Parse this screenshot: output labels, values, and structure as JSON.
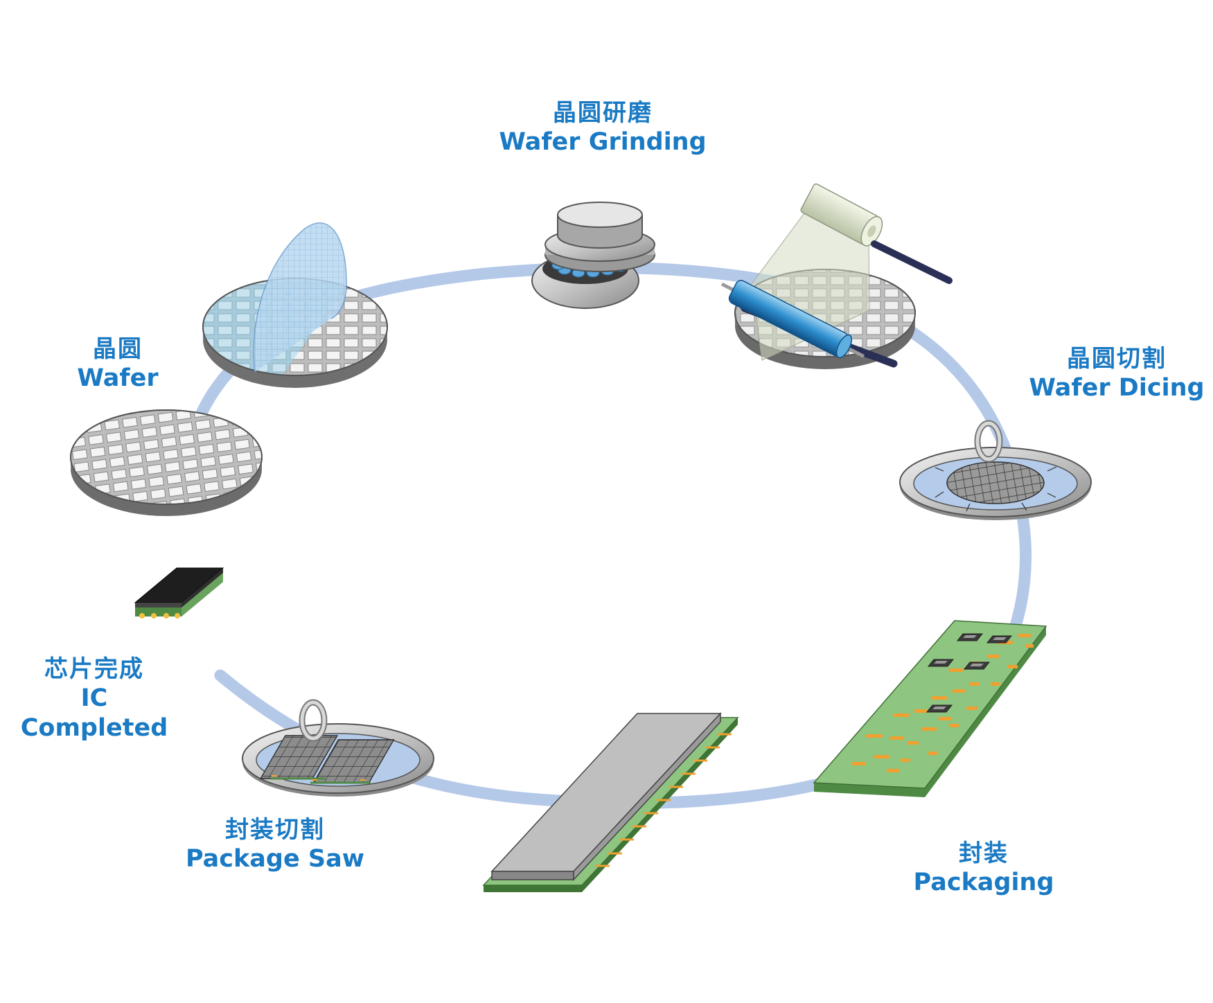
{
  "steps": {
    "wafer": {
      "zh": "晶圆",
      "en": "Wafer"
    },
    "wafer_grinding": {
      "zh": "晶圆研磨",
      "en": "Wafer Grinding"
    },
    "wafer_dicing": {
      "zh": "晶圆切割",
      "en": "Wafer Dicing"
    },
    "packaging": {
      "zh": "封装",
      "en": "Packaging"
    },
    "package_saw": {
      "zh": "封装切割",
      "en": "Package Saw"
    },
    "ic_completed": {
      "zh": "芯片完成",
      "en": "IC Completed"
    }
  },
  "colors": {
    "label": "#1a7ac4",
    "cycle_ring": "#b4c8e8",
    "pcb": "#8ec580",
    "pads": "#f0a030"
  }
}
